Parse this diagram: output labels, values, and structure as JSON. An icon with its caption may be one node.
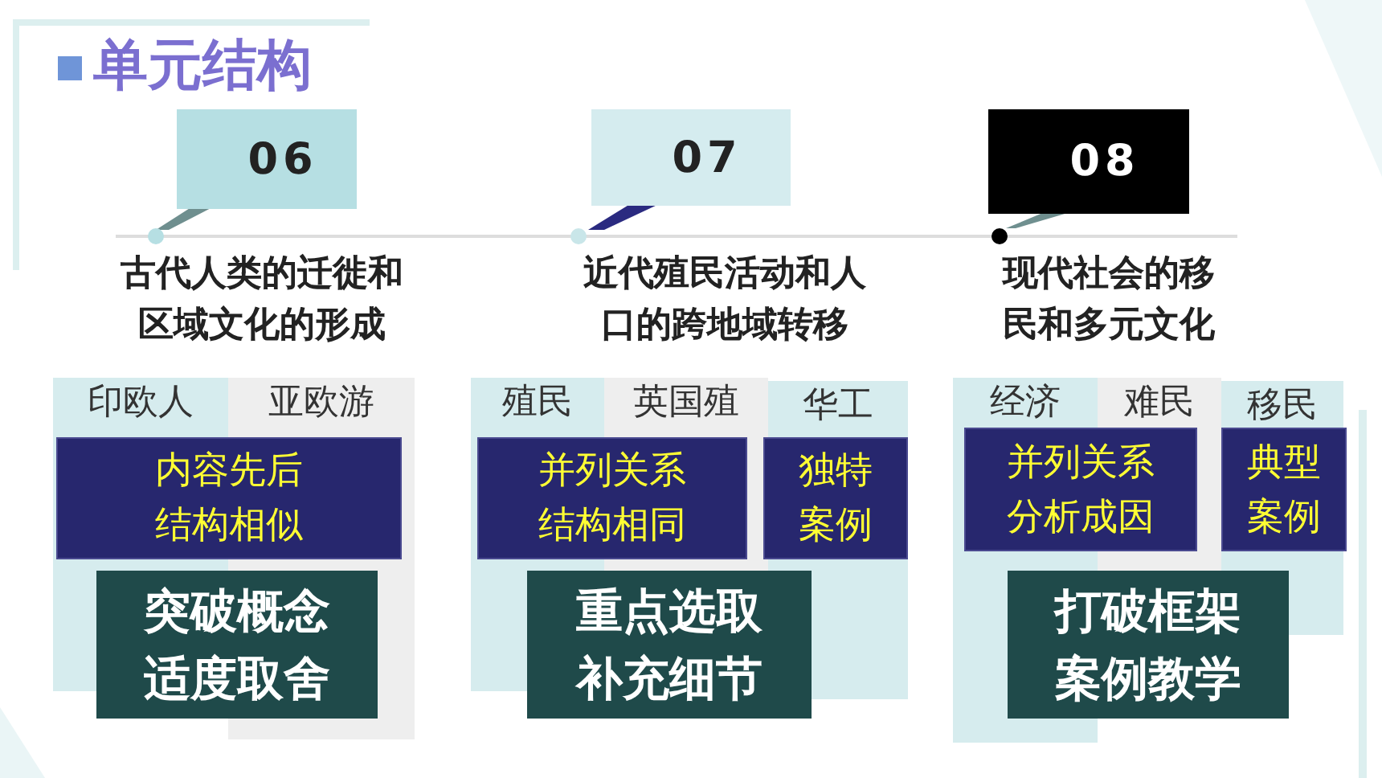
{
  "diagram": {
    "title": "单元结构",
    "nodes": [
      {
        "text": [
          "06"
        ]
      },
      {
        "text": [
          "07"
        ]
      },
      {
        "text": [
          "08"
        ]
      },
      {
        "text": [
          "印欧人"
        ]
      },
      {
        "text": [
          "亚欧游"
        ]
      },
      {
        "text": [
          "殖民"
        ]
      },
      {
        "text": [
          "英国殖"
        ]
      },
      {
        "text": [
          "华工"
        ]
      },
      {
        "text": [
          "经济"
        ]
      },
      {
        "text": [
          "难民"
        ]
      },
      {
        "text": [
          "移民"
        ]
      },
      {
        "text": [
          "内容先后结构相似"
        ]
      },
      {
        "text": [
          "突破概念适度取舍"
        ]
      },
      {
        "text": [
          "并列关系结构相同"
        ]
      },
      {
        "text": [
          "独特案例"
        ]
      },
      {
        "text": [
          "重点选取补充细节"
        ]
      },
      {
        "text": [
          "并列关系分析成因"
        ]
      },
      {
        "text": [
          "典型案例"
        ]
      },
      {
        "text": [
          "打破框架案例教学"
        ]
      }
    ],
    "edges": [],
    "labels": [
      "古代人类的迁徙和区域文化的形成",
      "近代殖民活动和人口的跨地域转移",
      "现代社会的移民和多元文化"
    ]
  }
}
